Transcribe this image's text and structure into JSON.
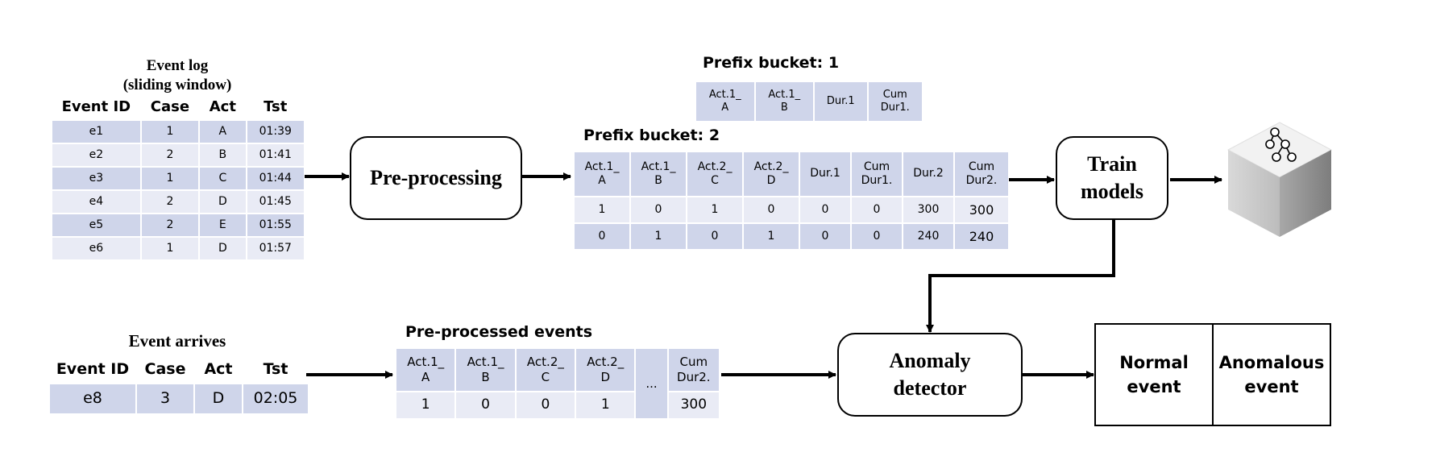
{
  "event_log": {
    "title_line1": "Event log",
    "title_line2": "(sliding window)",
    "columns": [
      "Event ID",
      "Case",
      "Act",
      "Tst"
    ],
    "rows": [
      [
        "e1",
        "1",
        "A",
        "01:39"
      ],
      [
        "e2",
        "2",
        "B",
        "01:41"
      ],
      [
        "e3",
        "1",
        "C",
        "01:44"
      ],
      [
        "e4",
        "2",
        "D",
        "01:45"
      ],
      [
        "e5",
        "2",
        "E",
        "01:55"
      ],
      [
        "e6",
        "1",
        "D",
        "01:57"
      ]
    ]
  },
  "preprocessing": {
    "label": "Pre-processing"
  },
  "bucket1": {
    "title": "Prefix bucket: 1",
    "columns": [
      [
        "Act.1_",
        "A"
      ],
      [
        "Act.1_",
        "B"
      ],
      [
        "Dur.1",
        ""
      ],
      [
        "Cum",
        "Dur1."
      ]
    ]
  },
  "bucket2": {
    "title": "Prefix bucket: 2",
    "columns": [
      [
        "Act.1_",
        "A"
      ],
      [
        "Act.1_",
        "B"
      ],
      [
        "Act.2_",
        "C"
      ],
      [
        "Act.2_",
        "D"
      ],
      [
        "Dur.1",
        ""
      ],
      [
        "Cum",
        "Dur1."
      ],
      [
        "Dur.2",
        ""
      ],
      [
        "Cum",
        "Dur2."
      ]
    ],
    "rows": [
      [
        "1",
        "0",
        "1",
        "0",
        "0",
        "0",
        "300",
        "300"
      ],
      [
        "0",
        "1",
        "0",
        "1",
        "0",
        "0",
        "240",
        "240"
      ]
    ]
  },
  "train": {
    "line1": "Train",
    "line2": "models"
  },
  "model_icon": "decision-tree-cube-icon",
  "arrival": {
    "title": "Event arrives",
    "columns": [
      "Event ID",
      "Case",
      "Act",
      "Tst"
    ],
    "row": [
      "e8",
      "3",
      "D",
      "02:05"
    ]
  },
  "preprocessed": {
    "title": "Pre-processed events",
    "columns": [
      [
        "Act.1_",
        "A"
      ],
      [
        "Act.1_",
        "B"
      ],
      [
        "Act.2_",
        "C"
      ],
      [
        "Act.2_",
        "D"
      ],
      [
        "...",
        ""
      ],
      [
        "Cum",
        "Dur2."
      ]
    ],
    "row": [
      "1",
      "0",
      "0",
      "1",
      "",
      "300"
    ]
  },
  "detector": {
    "line1": "Anomaly",
    "line2": "detector"
  },
  "output": {
    "normal_line1": "Normal",
    "normal_line2": "event",
    "anomalous_line1": "Anomalous",
    "anomalous_line2": "event"
  },
  "colors": {
    "cell_dark": "#cfd5ea",
    "cell_light": "#e9ebf5",
    "stroke": "#000000"
  }
}
